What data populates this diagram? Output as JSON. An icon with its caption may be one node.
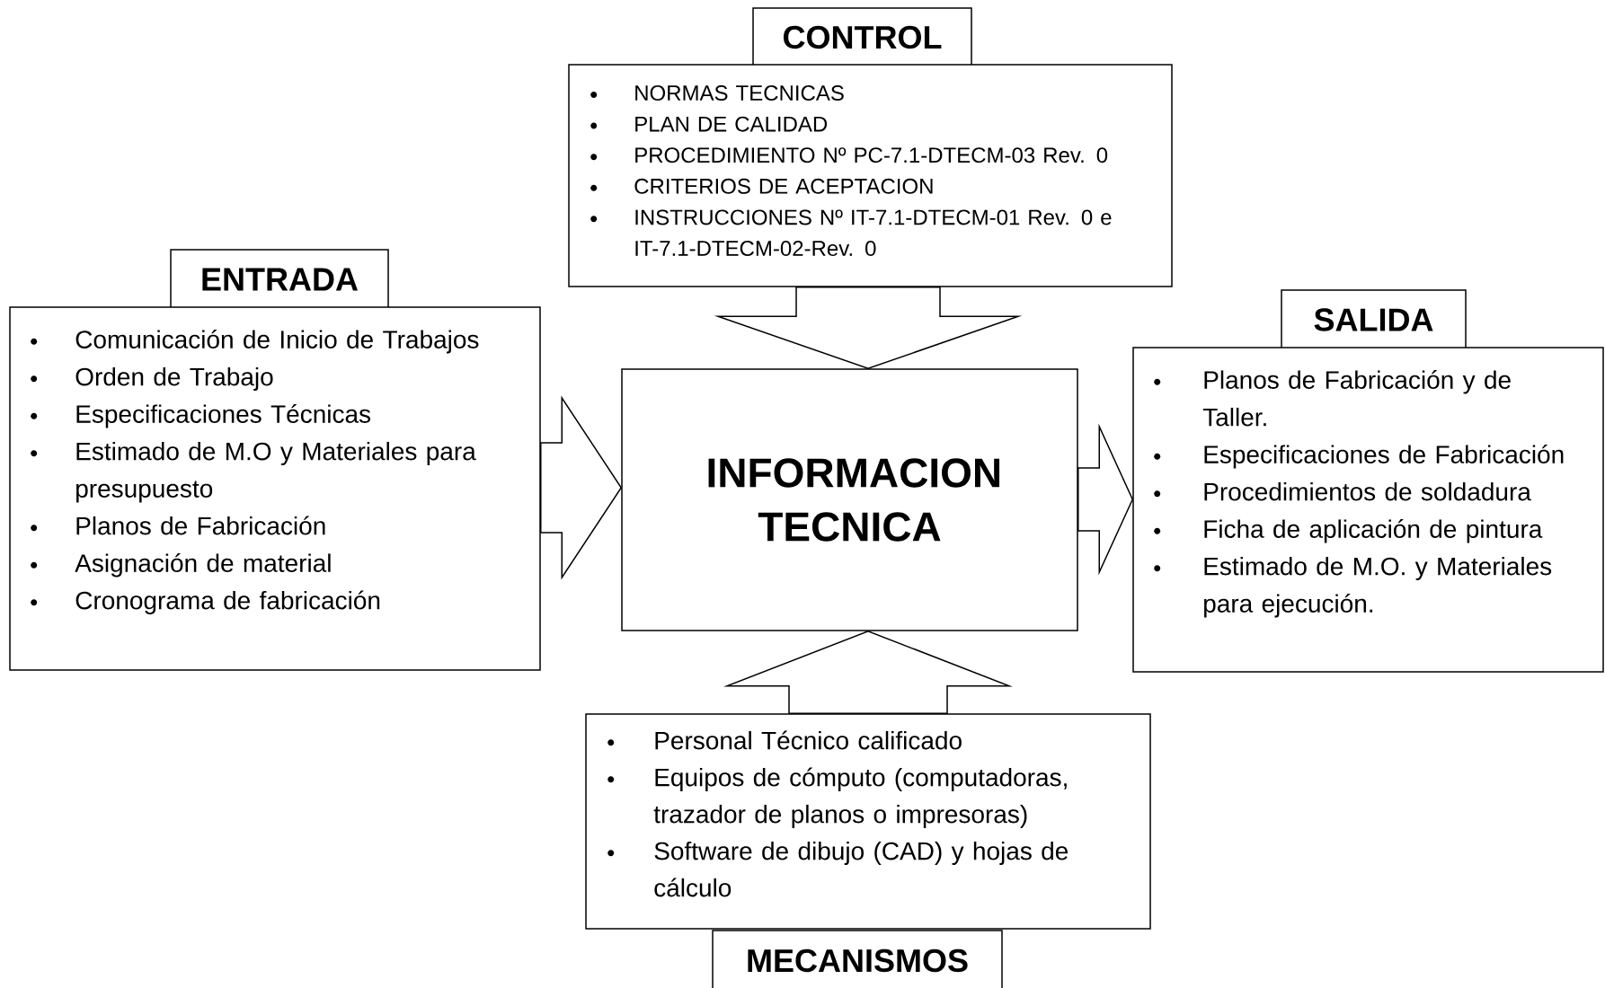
{
  "diagram": {
    "nodes": [
      {
        "text": [
          "CONTROL",
          "NORMAS TECNICAS",
          "PLAN DE CALIDAD",
          "PROCEDIMIENTO  Nº PC-7.1-DTECM-03 Rev. 0",
          "CRITERIOS DE ACEPTACION",
          "INSTRUCCIONES Nº IT-7.1-DTECM-01 Rev. 0  e IT-7.1-DTECM-02-Rev. 0"
        ]
      },
      {
        "text": [
          "ENTRADA",
          "Comunicación de Inicio de Trabajos",
          "Orden de Trabajo",
          "Especificaciones Técnicas",
          "Estimado de M.O y Materiales para presupuesto",
          "Planos de Fabricación",
          "Asignación de material",
          "Cronograma de fabricación"
        ]
      },
      {
        "text": [
          "INFORMACION TECNICA"
        ]
      },
      {
        "text": [
          "SALIDA",
          "Planos de Fabricación y de Taller.",
          "Especificaciones de Fabricación",
          "Procedimientos de soldadura",
          "Ficha de aplicación de pintura",
          "Estimado de M.O. y Materiales para ejecución."
        ]
      },
      {
        "text": [
          "Personal Técnico calificado",
          "Equipos de cómputo (computadoras, trazador de planos o impresoras)",
          "Software de dibujo (CAD) y hojas de cálculo",
          "MECANISMOS"
        ]
      }
    ],
    "edges": [
      {
        "from": 0,
        "to": 2,
        "arrow": "to"
      },
      {
        "from": 1,
        "to": 2,
        "arrow": "to"
      },
      {
        "from": 2,
        "to": 3,
        "arrow": "to"
      },
      {
        "from": 4,
        "to": 2,
        "arrow": "to"
      }
    ]
  }
}
